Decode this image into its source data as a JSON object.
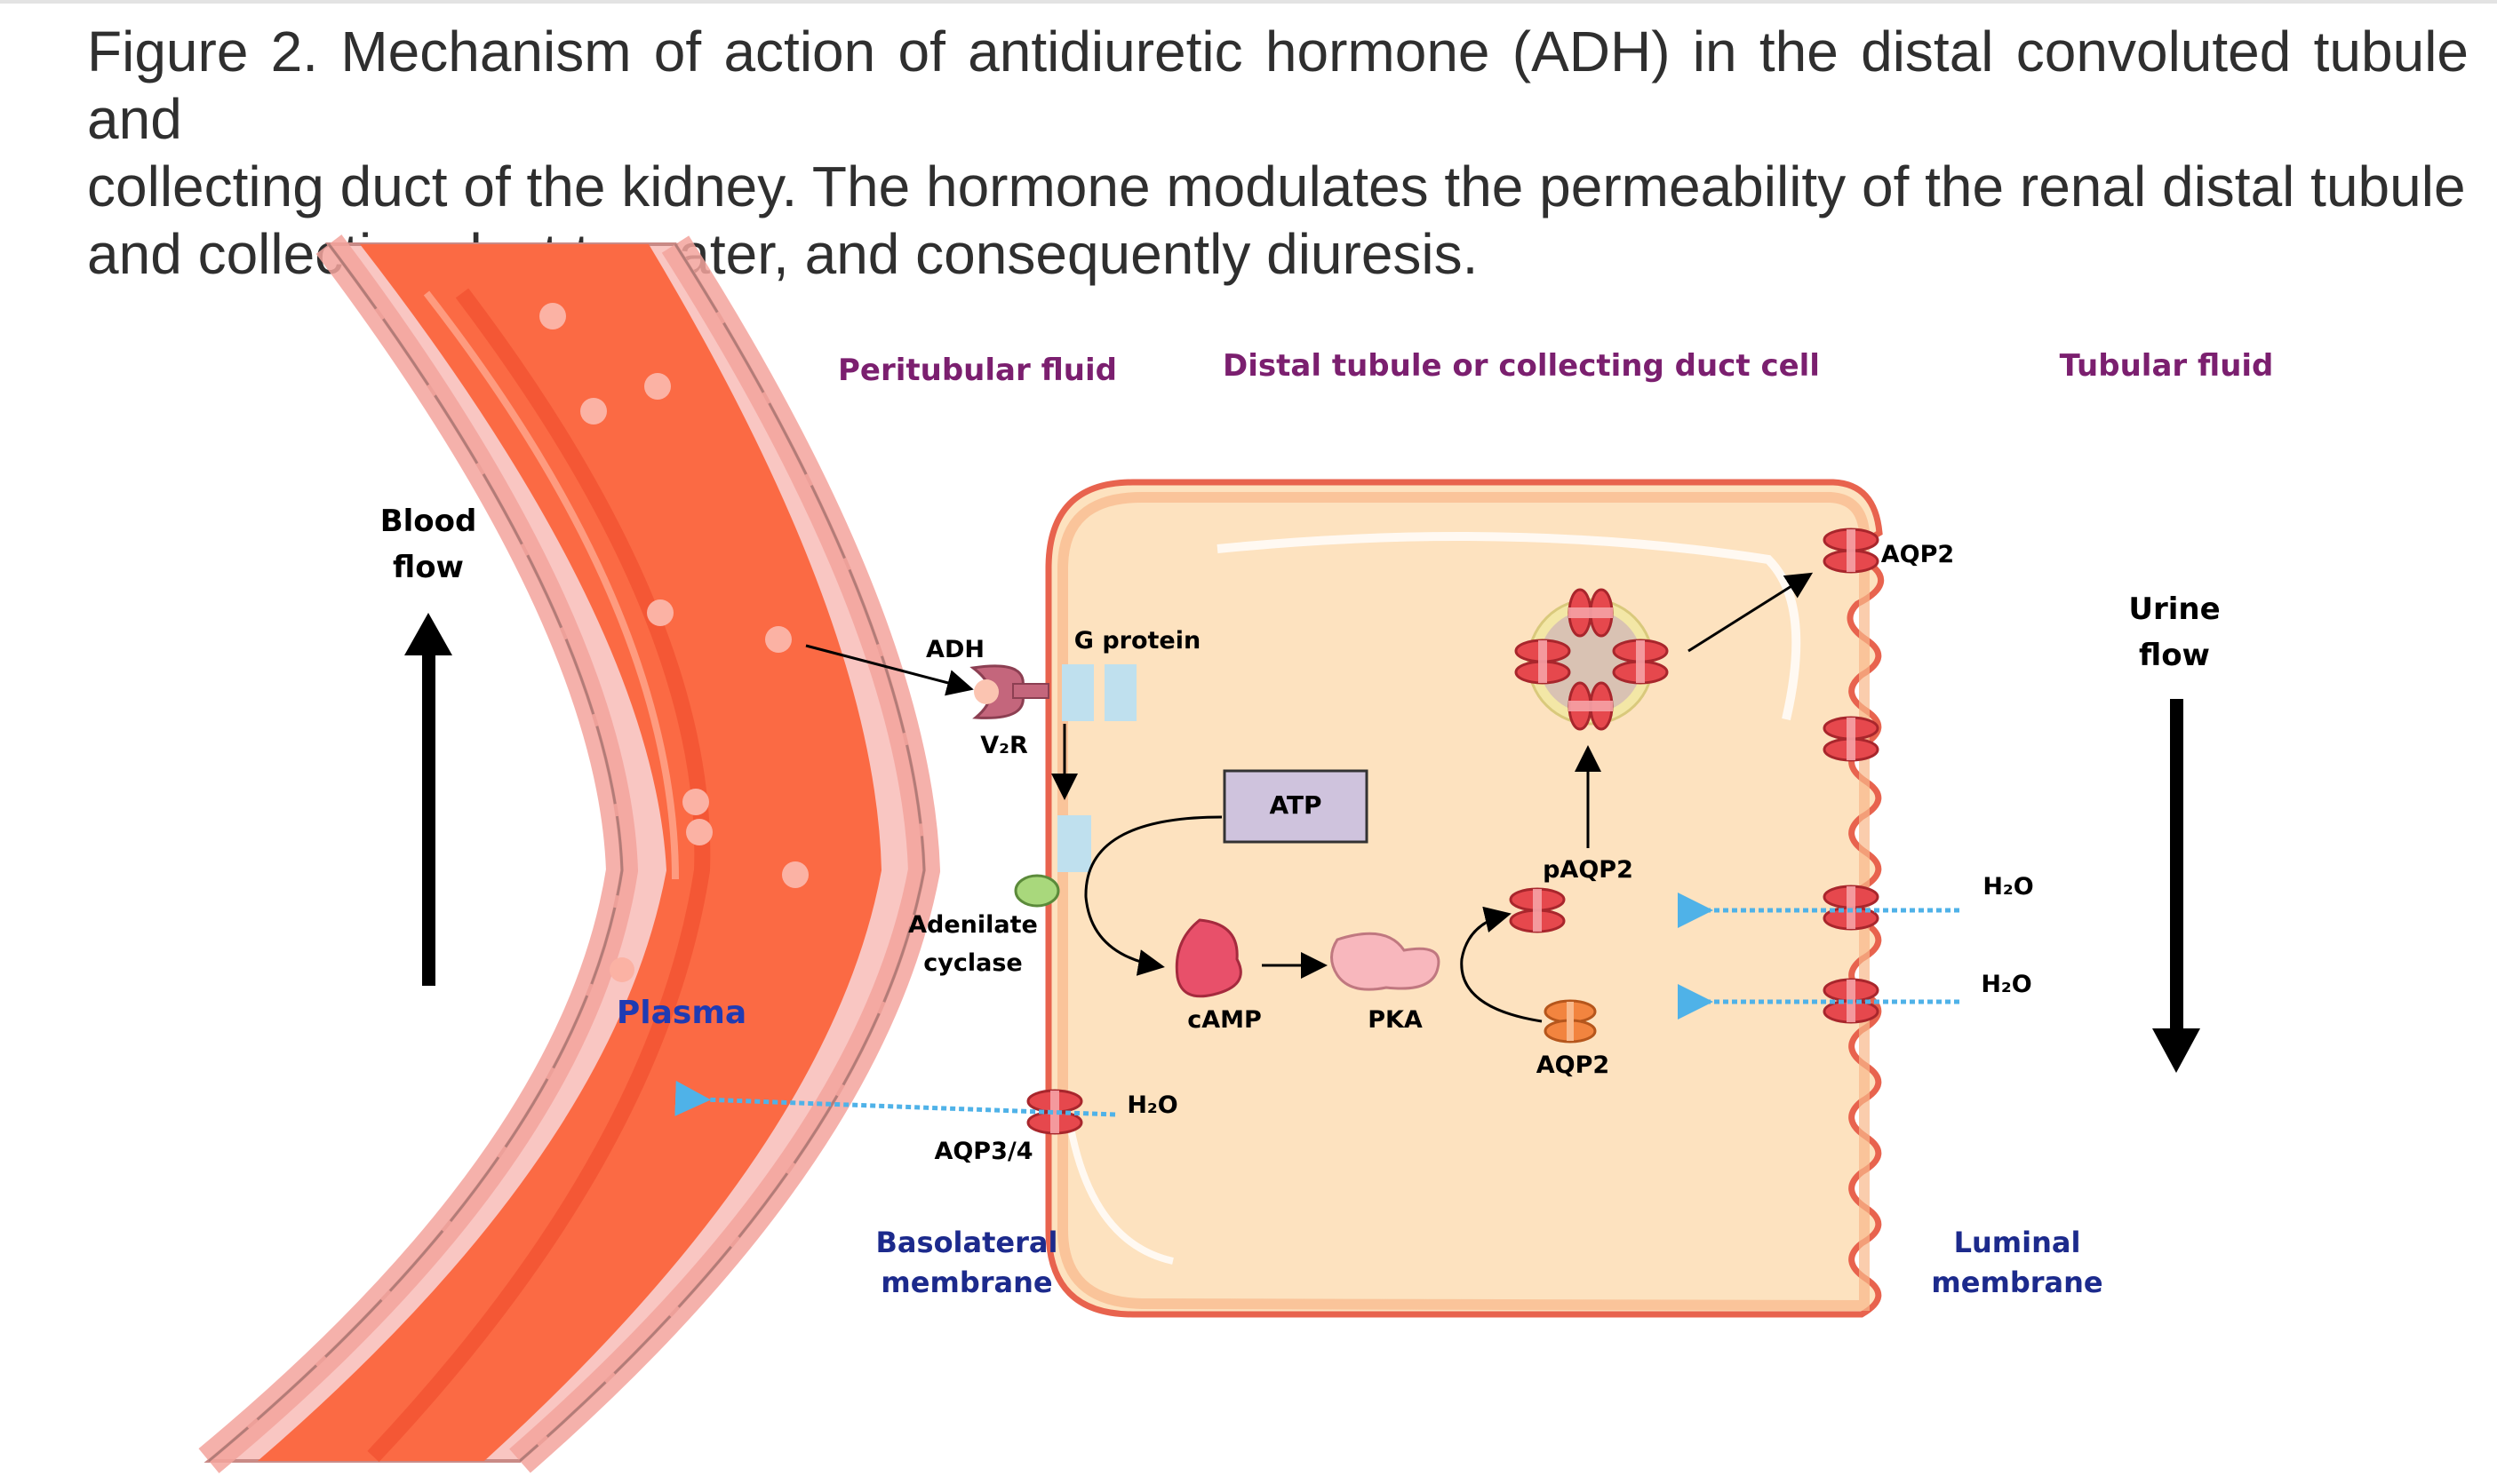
{
  "caption": {
    "lines": [
      "Figure 2. Mechanism of action of antidiuretic hormone (ADH) in the distal convoluted tubule and",
      "collecting duct of the kidney. The hormone modulates the permeability of the renal distal tubule",
      "and collecting duct to water, and consequently diuresis."
    ]
  },
  "headers": {
    "peritubular": "Peritubular fluid",
    "cell": "Distal tubule or collecting duct cell",
    "tubular": "Tubular fluid"
  },
  "labels": {
    "blood_flow_1": "Blood",
    "blood_flow_2": "flow",
    "urine_flow_1": "Urine",
    "urine_flow_2": "flow",
    "plasma": "Plasma",
    "adh": "ADH",
    "v2r": "V₂R",
    "g_protein": "G protein",
    "adenilate_1": "Adenilate",
    "adenilate_2": "cyclase",
    "atp": "ATP",
    "camp": "cAMP",
    "pka": "PKA",
    "paqp2": "pAQP2",
    "aqp2_inner": "AQP2",
    "aqp2_lumen": "AQP2",
    "aqp34": "AQP3/4",
    "h2o_baso": "H₂O",
    "h2o_lumen_1": "H₂O",
    "h2o_lumen_2": "H₂O",
    "basolateral_1": "Basolateral",
    "basolateral_2": "membrane",
    "luminal_1": "Luminal",
    "luminal_2": "membrane"
  },
  "colors": {
    "header_purple": "#7b1f6f",
    "membrane_label_blue": "#1c2a8c",
    "plasma_blue": "#1f3bb3",
    "vessel_red": "#fb6a44",
    "vessel_wall": "#f9c6c2",
    "cell_fill": "#fde2bf",
    "cell_border": "#e8634e",
    "aquaporin_red": "#e6484d",
    "water_arrow": "#4fb2e8",
    "atp_box": "#cfc3dd",
    "camp": "#e8506a",
    "pka": "#f8b7bd",
    "adenylate": "#a9d87c",
    "v2r": "#c4667c",
    "g_protein": "#bfe0ee",
    "aqp2_orange": "#f2843f"
  }
}
